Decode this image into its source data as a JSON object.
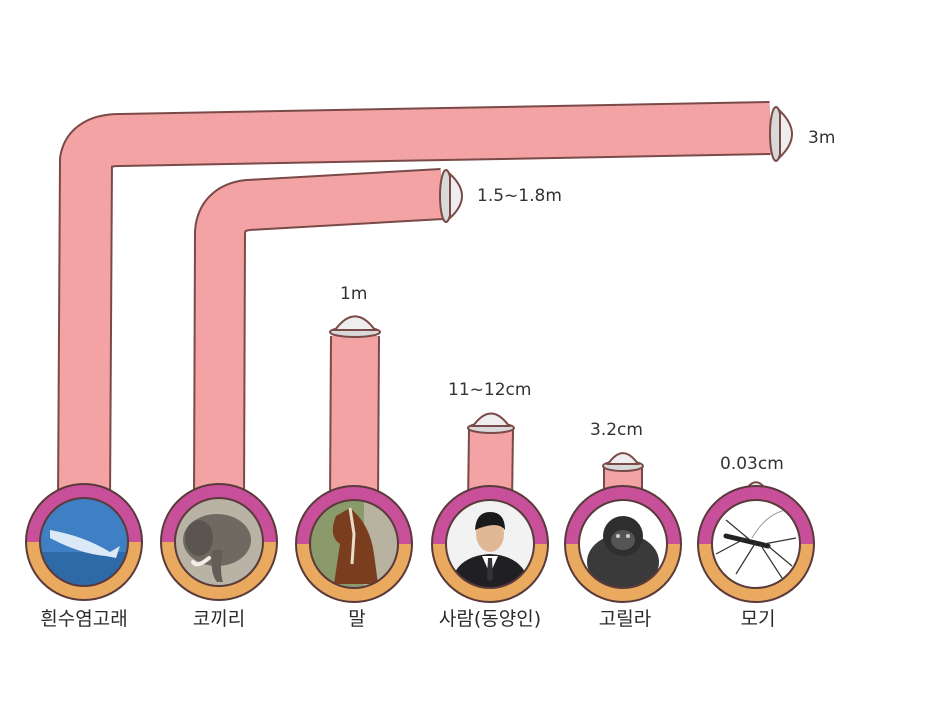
{
  "colors": {
    "tube_fill": "#f3a3a3",
    "tube_stroke": "#7a4a48",
    "ring_top": "#c8509a",
    "ring_bottom": "#e9a95e",
    "tip_fill": "#eeeeee"
  },
  "items": [
    {
      "name": "흰수염고래",
      "size": "3m",
      "picture": "whale"
    },
    {
      "name": "코끼리",
      "size": "1.5~1.8m",
      "picture": "elephant"
    },
    {
      "name": "말",
      "size": "1m",
      "picture": "horse"
    },
    {
      "name": "사람(동양인)",
      "size": "11~12cm",
      "picture": "person"
    },
    {
      "name": "고릴라",
      "size": "3.2cm",
      "picture": "gorilla"
    },
    {
      "name": "모기",
      "size": "0.03cm",
      "picture": "mosquito"
    }
  ]
}
